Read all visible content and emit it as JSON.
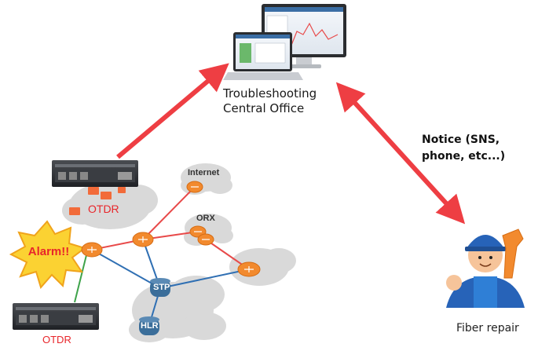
{
  "office": {
    "line1": "Troubleshooting",
    "line2": "Central Office"
  },
  "notice": {
    "line1": "Notice (SNS,",
    "line2": "phone, etc...)"
  },
  "fiber_repair": "Fiber repair",
  "alarm": "Alarm!!",
  "otdr_top": "OTDR",
  "otdr_bottom": "OTDR",
  "network": {
    "internet": "Internet",
    "orx": "ORX",
    "stp": "STP",
    "hlr": "HLR"
  },
  "colors": {
    "arrow": "#ee3e43",
    "link_red": "#e84a4a",
    "link_blue": "#2f6fb3",
    "link_green": "#3ea34a",
    "router": "#f28a2e",
    "db_node": "#3b6e9a",
    "cloud": "#d9d9d9",
    "alarm_fill": "#fbd232",
    "alarm_stroke": "#f0a31b",
    "worker_blue": "#2763b8"
  }
}
